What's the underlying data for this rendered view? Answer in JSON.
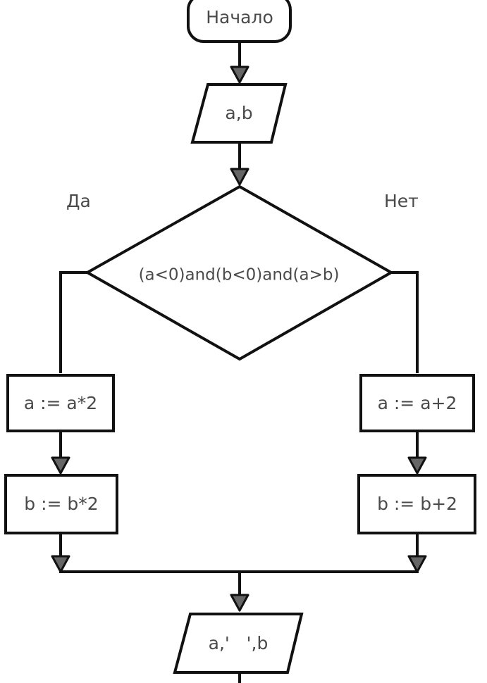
{
  "diagram": {
    "start_label": "Начало",
    "input_label": "a,b",
    "condition_label": "(a<0)and(b<0)and(a>b)",
    "yes_label": "Да",
    "no_label": "Нет",
    "yes_step1": "a := a*2",
    "yes_step2": "b := b*2",
    "no_step1": "a := a+2",
    "no_step2": "b := b+2",
    "output_label": "a,'   ',b"
  }
}
